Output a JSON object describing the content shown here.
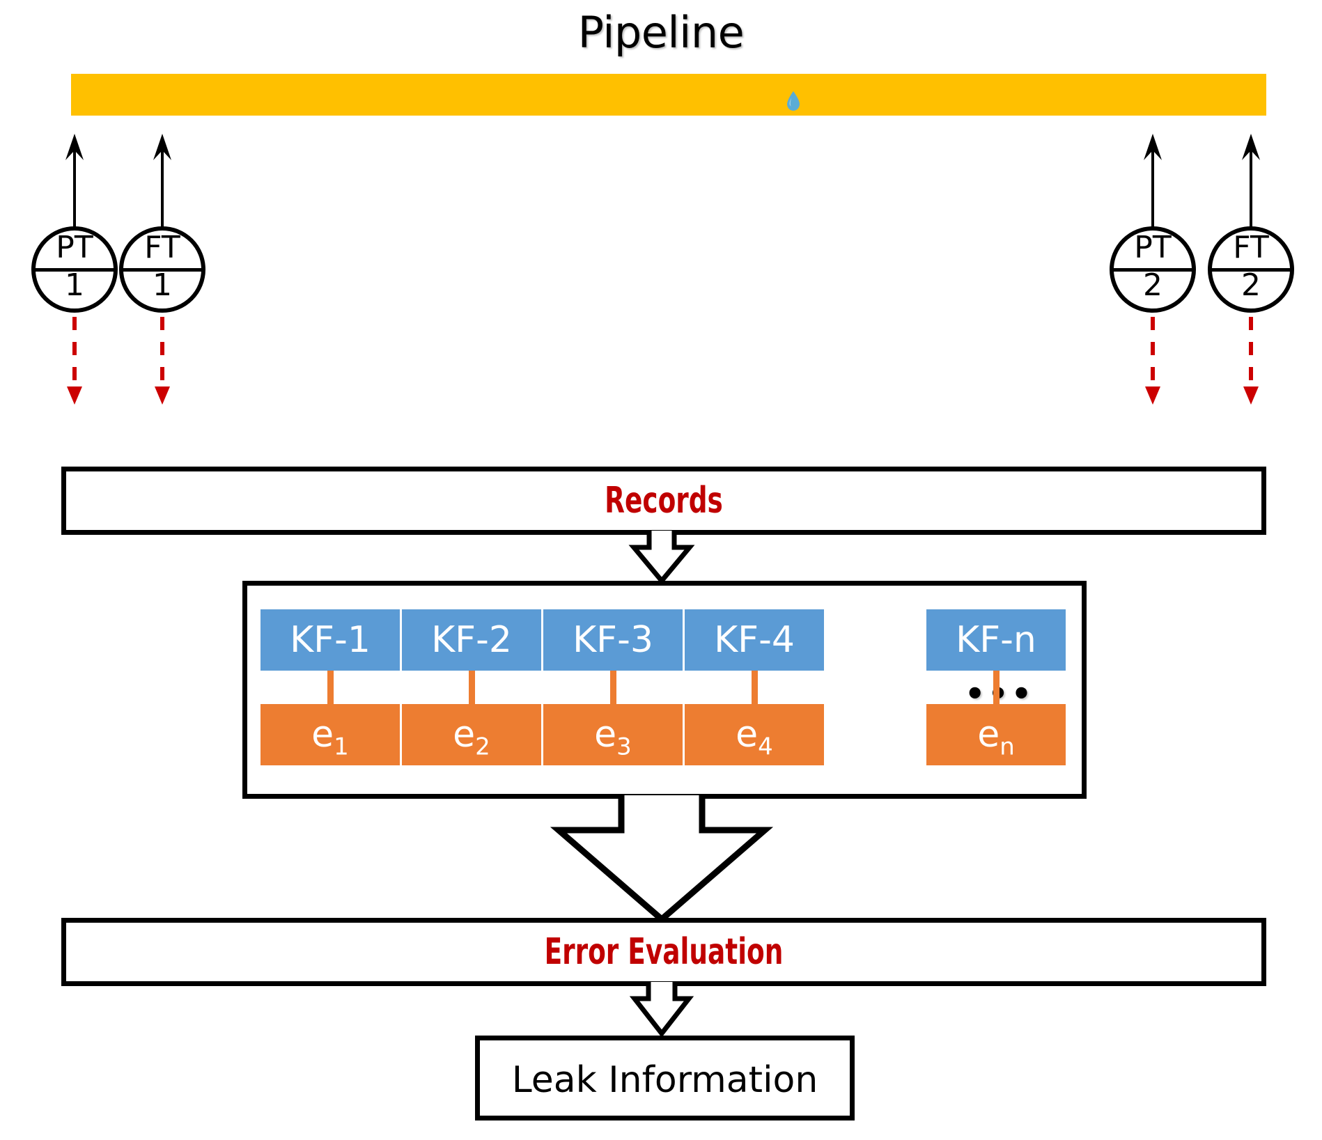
{
  "diagram": {
    "title": "Pipeline",
    "colors": {
      "pipeline": "#FFC000",
      "kf_block": "#5B9BD5",
      "error_block": "#ED7D31",
      "label_red": "#C00000",
      "outline": "#000000",
      "droplet": "#5AACD6",
      "dashed_signal": "#CC0000"
    },
    "pipeline": {
      "label": "Pipeline",
      "leak_icon": "water-droplet-icon"
    },
    "sensors": [
      {
        "id": "pt1",
        "type": "PT",
        "number": "1",
        "side": "left"
      },
      {
        "id": "ft1",
        "type": "FT",
        "number": "1",
        "side": "left"
      },
      {
        "id": "pt2",
        "type": "PT",
        "number": "2",
        "side": "right"
      },
      {
        "id": "ft2",
        "type": "FT",
        "number": "2",
        "side": "right"
      }
    ],
    "records": {
      "label": "Records"
    },
    "kalman_filters": {
      "ellipsis": "•••",
      "items": [
        {
          "filter": "KF-1",
          "error_base": "e",
          "error_sub": "1"
        },
        {
          "filter": "KF-2",
          "error_base": "e",
          "error_sub": "2"
        },
        {
          "filter": "KF-3",
          "error_base": "e",
          "error_sub": "3"
        },
        {
          "filter": "KF-4",
          "error_base": "e",
          "error_sub": "4"
        },
        {
          "filter": "KF-n",
          "error_base": "e",
          "error_sub": "n"
        }
      ]
    },
    "error_evaluation": {
      "label": "Error Evaluation"
    },
    "leak_information": {
      "label": "Leak Information"
    }
  }
}
